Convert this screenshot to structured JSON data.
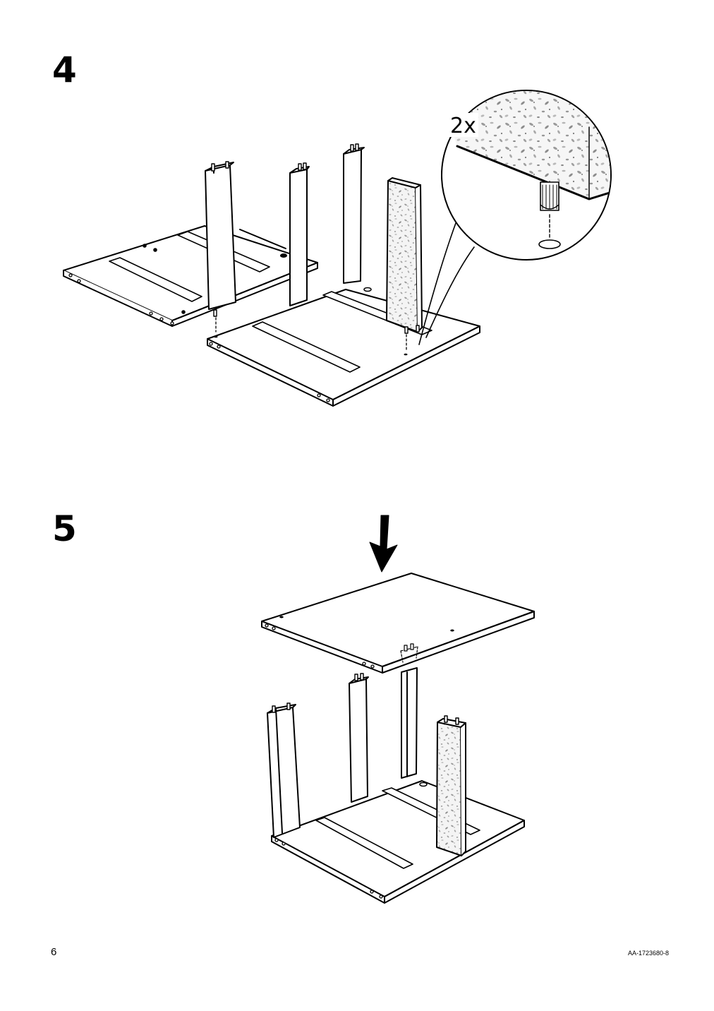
{
  "steps": [
    {
      "number": "4",
      "quantity_label": "2x"
    },
    {
      "number": "5"
    }
  ],
  "footer": {
    "page_number": "6",
    "document_code": "AA-1723680-8"
  }
}
